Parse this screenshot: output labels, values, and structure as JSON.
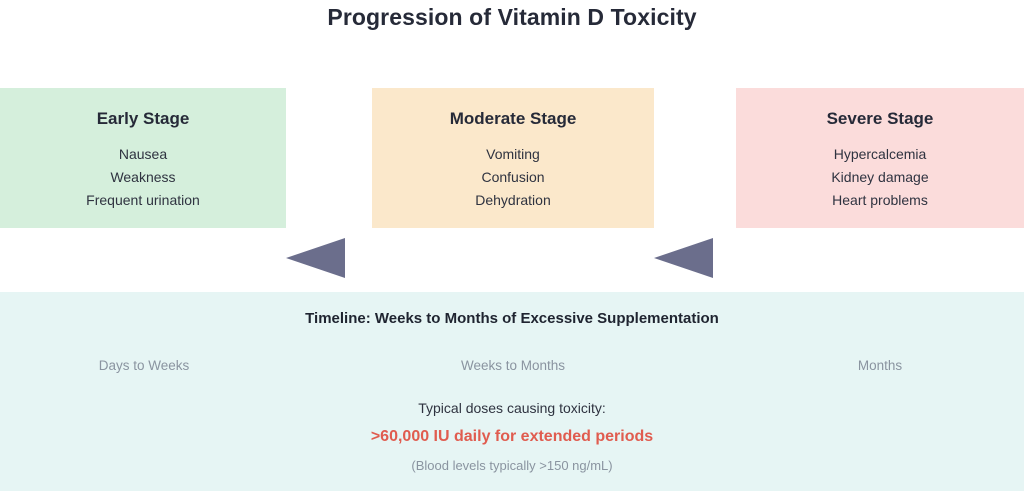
{
  "header": {
    "title": "Progression of Vitamin D Toxicity"
  },
  "stages": [
    {
      "key": "early",
      "title": "Early Stage",
      "symptoms": [
        "Nausea",
        "Weakness",
        "Frequent urination"
      ],
      "color": "#d5efdc",
      "timeline_label": "Days to Weeks"
    },
    {
      "key": "moderate",
      "title": "Moderate Stage",
      "symptoms": [
        "Vomiting",
        "Confusion",
        "Dehydration"
      ],
      "color": "#fbe8cb",
      "timeline_label": "Weeks to Months"
    },
    {
      "key": "severe",
      "title": "Severe Stage",
      "symptoms": [
        "Hypercalcemia",
        "Kidney damage",
        "Heart problems"
      ],
      "color": "#fbdcdb",
      "timeline_label": "Months"
    }
  ],
  "arrows": {
    "count": 2,
    "direction": "left",
    "color": "#6b6e8c"
  },
  "timeline": {
    "heading": "Timeline: Weeks to Months of Excessive Supplementation",
    "background": "#e6f5f4",
    "dose_label": "Typical doses causing toxicity:",
    "dose_value": ">60,000 IU daily for extended periods",
    "dose_value_color": "#e05c4f",
    "dose_note": "(Blood levels typically >150 ng/mL)"
  }
}
